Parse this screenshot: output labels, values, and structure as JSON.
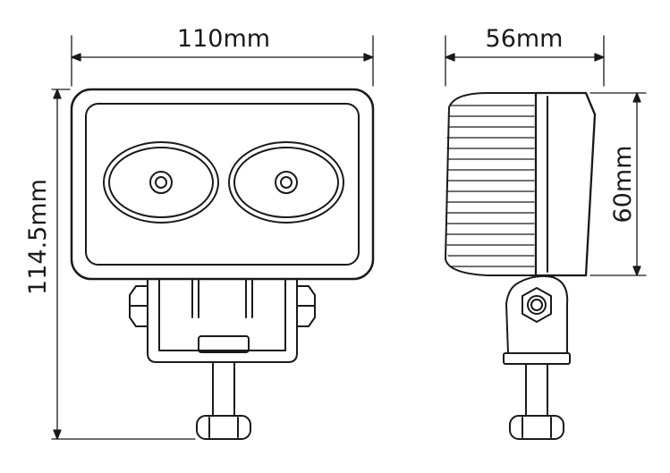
{
  "dimensions": {
    "front_width": "110mm",
    "side_depth": "56mm",
    "total_height": "114.5mm",
    "housing_height": "60mm"
  },
  "colors": {
    "line": "#1a1a1a",
    "background": "#ffffff"
  }
}
